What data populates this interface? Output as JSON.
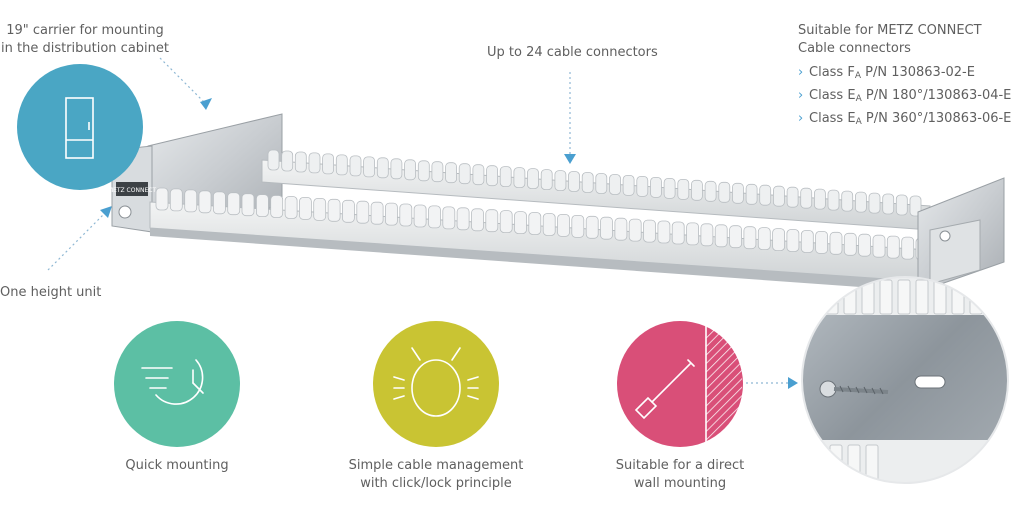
{
  "annotations": {
    "carrier_line1": "19\" carrier for mounting",
    "carrier_line2": "in the distribution cabinet",
    "connectors": "Up to 24 cable connectors",
    "height_unit": "One height unit"
  },
  "suitable": {
    "line1": "Suitable for METZ CONNECT",
    "line2": "Cable connectors",
    "items": [
      {
        "prefix": "Class F",
        "sub": "A",
        "text": " P/N 130863-02-E"
      },
      {
        "prefix": "Class E",
        "sub": "A",
        "text": " P/N 180°/130863-04-E"
      },
      {
        "prefix": "Class E",
        "sub": "A",
        "text": " P/N 360°/130863-06-E"
      }
    ]
  },
  "features": {
    "quick": "Quick mounting",
    "cable_line1": "Simple cable management",
    "cable_line2": "with click/lock principle",
    "wall_line1": "Suitable for a direct",
    "wall_line2": "wall mounting"
  },
  "colors": {
    "cabinet_circle": "#4aa6c4",
    "quick_circle": "#5cbfa4",
    "cable_circle": "#c9c433",
    "wall_circle": "#d94f78",
    "arrow": "#4a9fd0"
  },
  "brand_label": "METZ CONNECT"
}
